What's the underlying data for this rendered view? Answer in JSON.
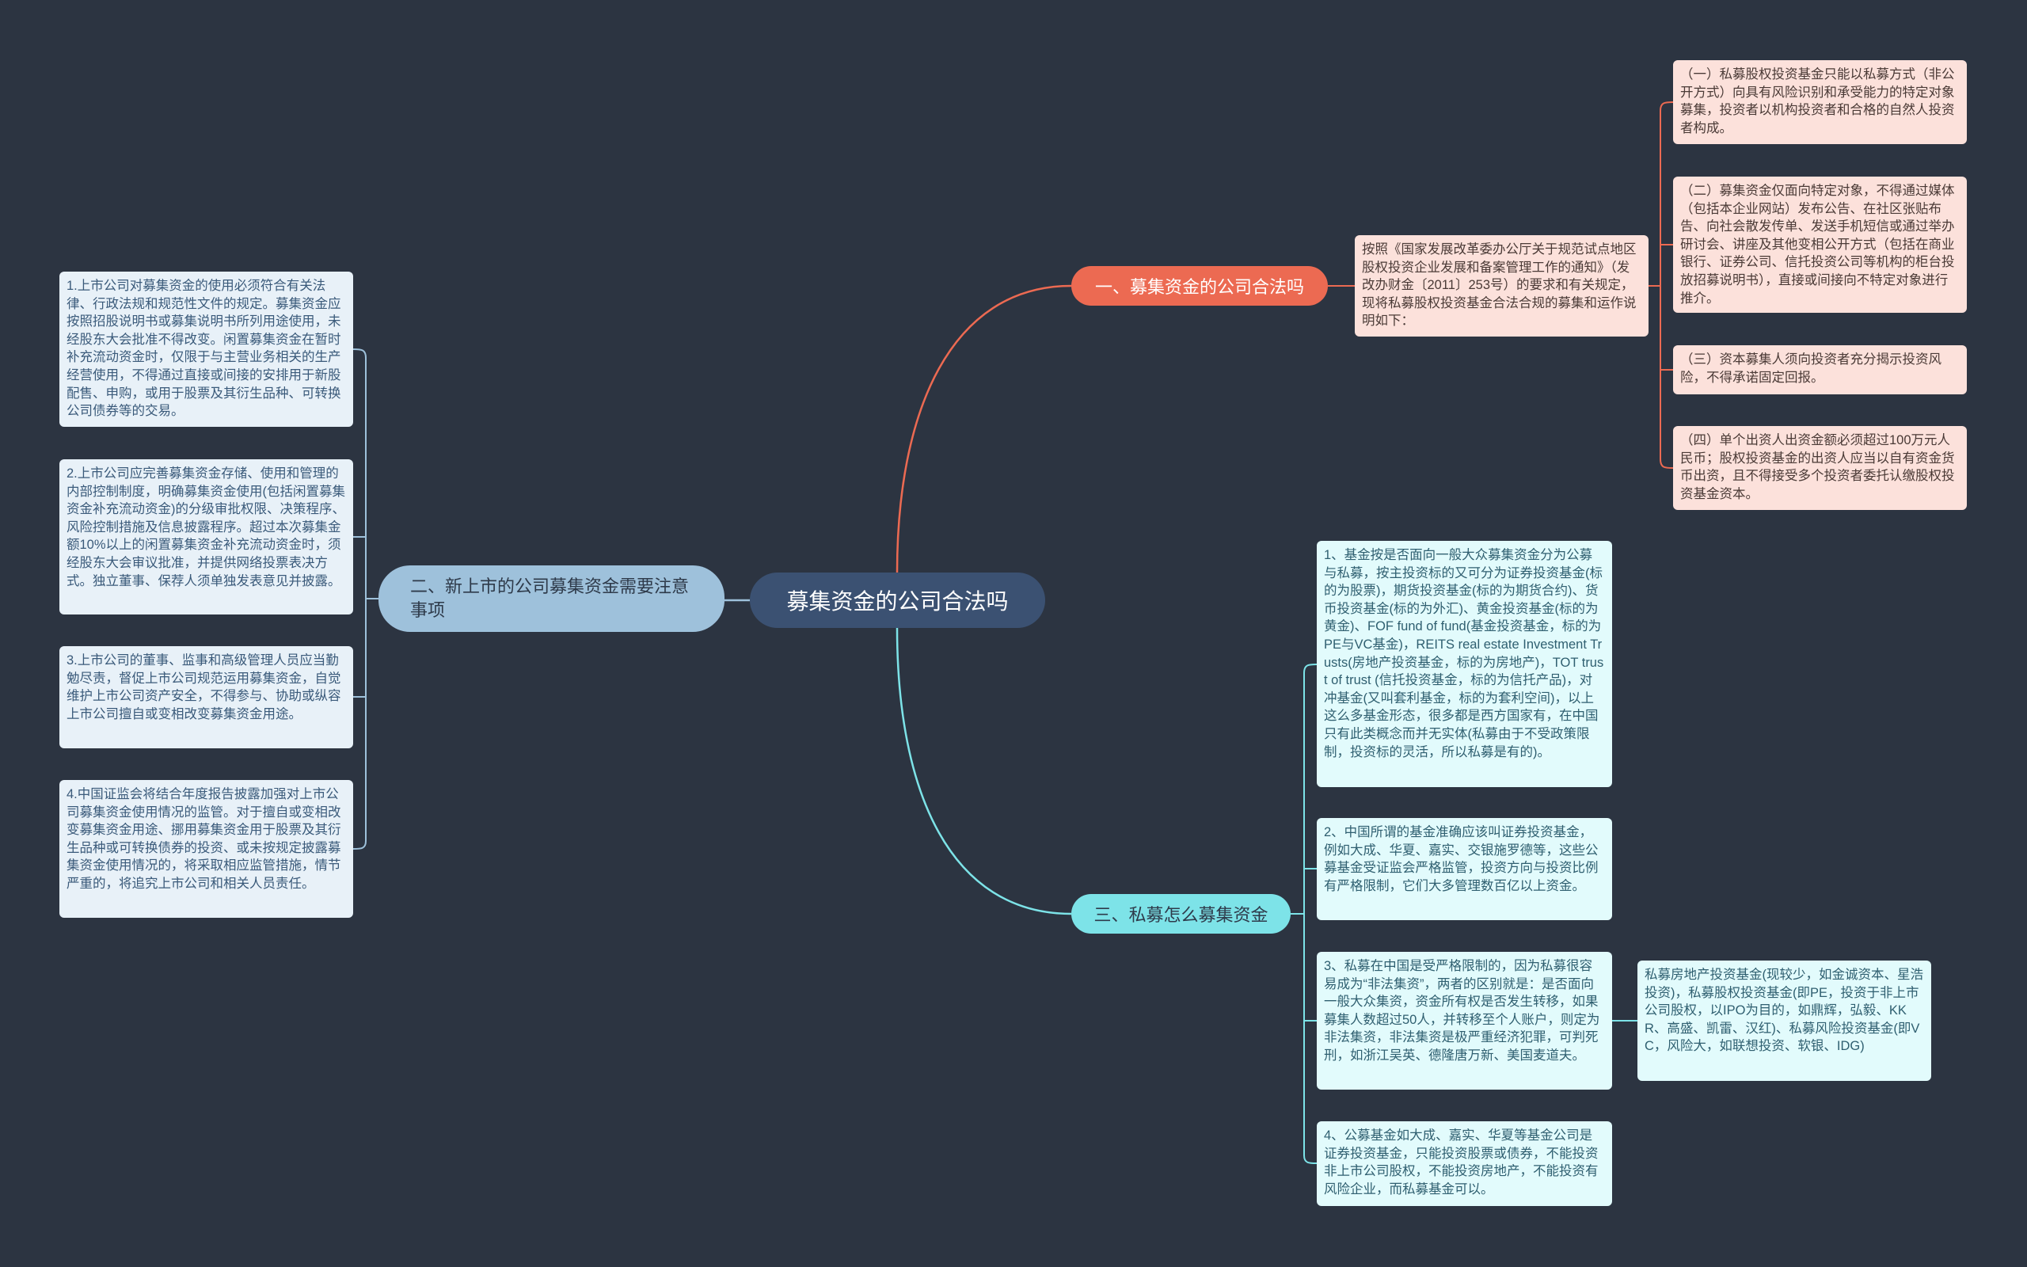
{
  "colors": {
    "background": "#2c3441",
    "root": "#3b5172",
    "branch1": "#ec6a52",
    "branch2": "#9ec1db",
    "branch3": "#7de3e8",
    "leaf1": "#fce1db",
    "leaf2": "#e8f1f8",
    "leaf3": "#e2fbfc"
  },
  "root": {
    "label": "募集资金的公司合法吗"
  },
  "branch1": {
    "label": "一、募集资金的公司合法吗",
    "intro": "按照《国家发展改革委办公厅关于规范试点地区股权投资企业发展和备案管理工作的通知》（发改办财金〔2011〕253号）的要求和有关规定，现将私募股权投资基金合法合规的募集和运作说明如下：",
    "items": [
      "（一）私募股权投资基金只能以私募方式（非公开方式）向具有风险识别和承受能力的特定对象募集，投资者以机构投资者和合格的自然人投资者构成。",
      "（二）募集资金仅面向特定对象，不得通过媒体（包括本企业网站）发布公告、在社区张贴布告、向社会散发传单、发送手机短信或通过举办研讨会、讲座及其他变相公开方式（包括在商业银行、证券公司、信托投资公司等机构的柜台投放招募说明书），直接或间接向不特定对象进行推介。",
      "（三）资本募集人须向投资者充分揭示投资风险，不得承诺固定回报。",
      "（四）单个出资人出资金额必须超过100万元人民币；股权投资基金的出资人应当以自有资金货币出资，且不得接受多个投资者委托认缴股权投资基金资本。"
    ]
  },
  "branch2": {
    "label": "二、新上市的公司募集资金需要注意事项",
    "items": [
      "1.上市公司对募集资金的使用必须符合有关法律、行政法规和规范性文件的规定。募集资金应按照招股说明书或募集说明书所列用途使用，未经股东大会批准不得改变。闲置募集资金在暂时补充流动资金时，仅限于与主营业务相关的生产经营使用，不得通过直接或间接的安排用于新股配售、申购，或用于股票及其衍生品种、可转换公司债券等的交易。",
      "2.上市公司应完善募集资金存储、使用和管理的内部控制制度，明确募集资金使用(包括闲置募集资金补充流动资金)的分级审批权限、决策程序、风险控制措施及信息披露程序。超过本次募集金额10%以上的闲置募集资金补充流动资金时，须经股东大会审议批准，并提供网络投票表决方式。独立董事、保荐人须单独发表意见并披露。",
      "3.上市公司的董事、监事和高级管理人员应当勤勉尽责，督促上市公司规范运用募集资金，自觉维护上市公司资产安全，不得参与、协助或纵容上市公司擅自或变相改变募集资金用途。",
      "4.中国证监会将结合年度报告披露加强对上市公司募集资金使用情况的监管。对于擅自或变相改变募集资金用途、挪用募集资金用于股票及其衍生品种或可转换债券的投资、或未按规定披露募集资金使用情况的，将采取相应监管措施，情节严重的，将追究上市公司和相关人员责任。"
    ]
  },
  "branch3": {
    "label": "三、私募怎么募集资金",
    "items": [
      "1、基金按是否面向一般大众募集资金分为公募与私募，按主投资标的又可分为证券投资基金(标的为股票)，期货投资基金(标的为期货合约)、货币投资基金(标的为外汇)、黄金投资基金(标的为黄金)、FOF fund of fund(基金投资基金，标的为PE与VC基金)，REITS real estate Investment Trusts(房地产投资基金，标的为房地产)，TOT trust of trust (信托投资基金，标的为信托产品)，对冲基金(又叫套利基金，标的为套利空间)，以上这么多基金形态，很多都是西方国家有，在中国只有此类概念而并无实体(私募由于不受政策限制，投资标的灵活，所以私募是有的)。",
      "2、中国所谓的基金准确应该叫证券投资基金，例如大成、华夏、嘉实、交银施罗德等，这些公募基金受证监会严格监管，投资方向与投资比例有严格限制，它们大多管理数百亿以上资金。",
      "3、私募在中国是受严格限制的，因为私募很容易成为“非法集资”，两者的区别就是：是否面向一般大众集资，资金所有权是否发生转移，如果募集人数超过50人，并转移至个人账户，则定为非法集资，非法集资是极严重经济犯罪，可判死刑，如浙江吴英、德隆唐万新、美国麦道夫。",
      "4、公募基金如大成、嘉实、华夏等基金公司是证券投资基金，只能投资股票或债券，不能投资非上市公司股权，不能投资房地产，不能投资有风险企业，而私募基金可以。"
    ],
    "sub": "私募房地产投资基金(现较少，如金诚资本、星浩投资)，私募股权投资基金(即PE，投资于非上市公司股权，以IPO为目的，如鼎辉，弘毅、KKR、高盛、凯雷、汉红)、私募风险投资基金(即VC，风险大，如联想投资、软银、IDG)"
  }
}
